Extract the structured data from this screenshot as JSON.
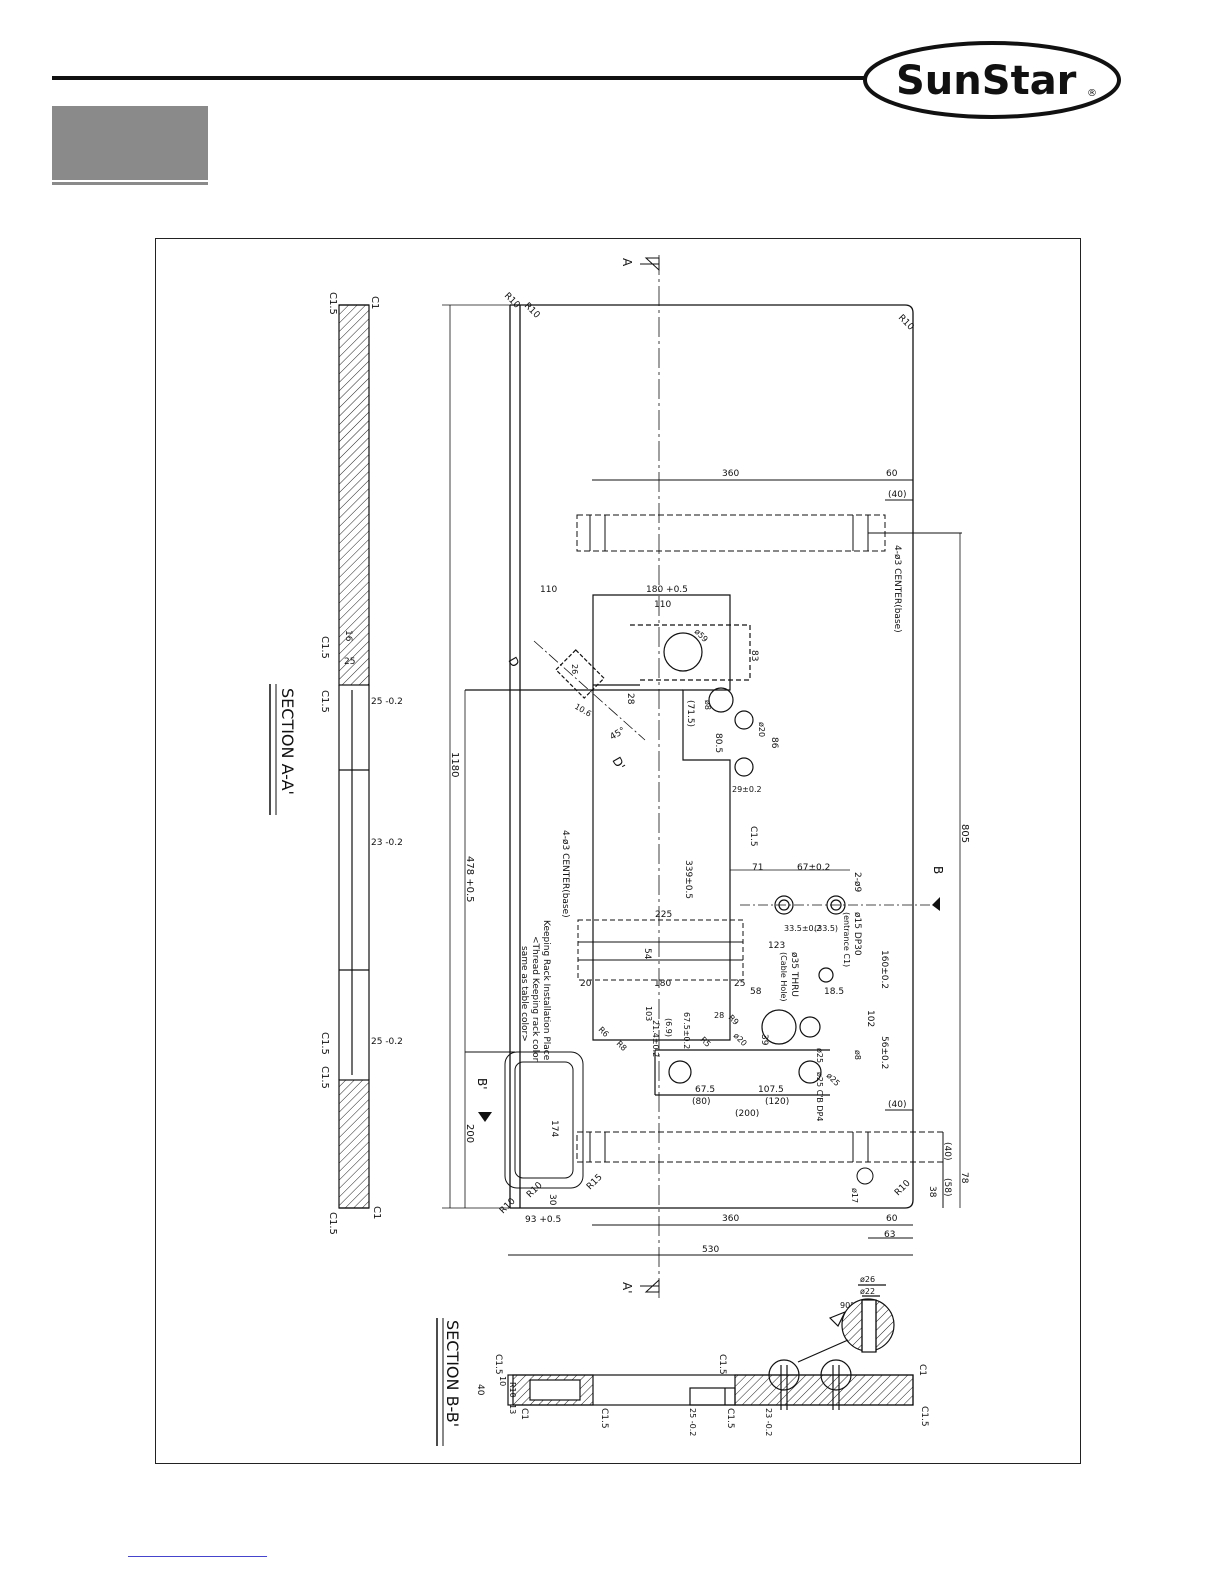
{
  "brand": {
    "name": "SunStar",
    "registered": "®"
  },
  "drawing": {
    "section_aa": "SECTION  A-A'",
    "section_bb": "SECTION  B-B'",
    "markers": {
      "a_top": "A",
      "a_bottom": "A'",
      "b_right": "B",
      "b_left": "B'",
      "d_top": "D",
      "d_bottom": "D'"
    },
    "chamfers": {
      "c15": "C1.5",
      "c1": "C1"
    },
    "radii": {
      "r10": "R10",
      "r15": "R15",
      "r8": "R8",
      "r5": "R5",
      "r6": "R6",
      "r9": "R9"
    },
    "dims": {
      "d1180": "1180",
      "d805": "805",
      "d530": "530",
      "d360": "360",
      "d60": "60",
      "d40p": "(40)",
      "d110": "110",
      "d180t": "180 +0.5",
      "d83": "83",
      "d28": "28",
      "d71_5": "(71.5)",
      "d80_5": "80.5",
      "d86": "86",
      "d29": "29±0.2",
      "d339": "339±0.5",
      "d478": "478 +0.5",
      "d225": "225",
      "d54": "54",
      "d180": "180",
      "d20": "20",
      "d25": "25",
      "d58": "58",
      "d71": "71",
      "d67": "67±0.2",
      "d33_5a": "33.5±0.2",
      "d33_5b": "(33.5)",
      "d123": "123",
      "d18_5": "18.5",
      "d160": "160±0.2",
      "d102": "102",
      "d56": "56±0.2",
      "d39": "39",
      "d67_5": "67.5",
      "d107_5": "107.5",
      "d80p": "(80)",
      "d120p": "(120)",
      "d200p": "(200)",
      "d200": "200",
      "d174": "174",
      "d30": "30",
      "d93": "93 +0.5",
      "d63": "63",
      "d78": "78",
      "d58p": "(58)",
      "d38": "38",
      "d103": "103",
      "d21_4": "21.4±0.2",
      "d6_9": "(6.9)",
      "d67_5t": "67.5±0.2",
      "d25_02": "25 -0.2",
      "d23_02": "23 -0.2",
      "d45": "45°",
      "d90": "90°",
      "d16": "16",
      "d13": "13",
      "d10": "10",
      "d40": "40",
      "d26": "26",
      "d10_6": "10.6"
    },
    "notes": {
      "center_top": "4-ø3  CENTER(base)",
      "center_left": "4-ø3  CENTER(base)",
      "keeping_rack": "Keeping Rack Installation Place",
      "thread_keeping": "<Thread Keeping rack color",
      "same_color": "same as table color>",
      "hole_2": "2-ø9",
      "dp30": "ø15  DP30",
      "entrance": "(entrance C1)",
      "cable": "ø35  THRU",
      "cable_hole": "(Cable Hole)",
      "phi25": "ø25",
      "cb_dp4": "ø25  C'B  DP4",
      "phi20": "ø20",
      "phi8": "ø8",
      "phi17": "ø17",
      "phi59": "ø59",
      "phi26": "ø26",
      "phi22": "ø22"
    }
  }
}
